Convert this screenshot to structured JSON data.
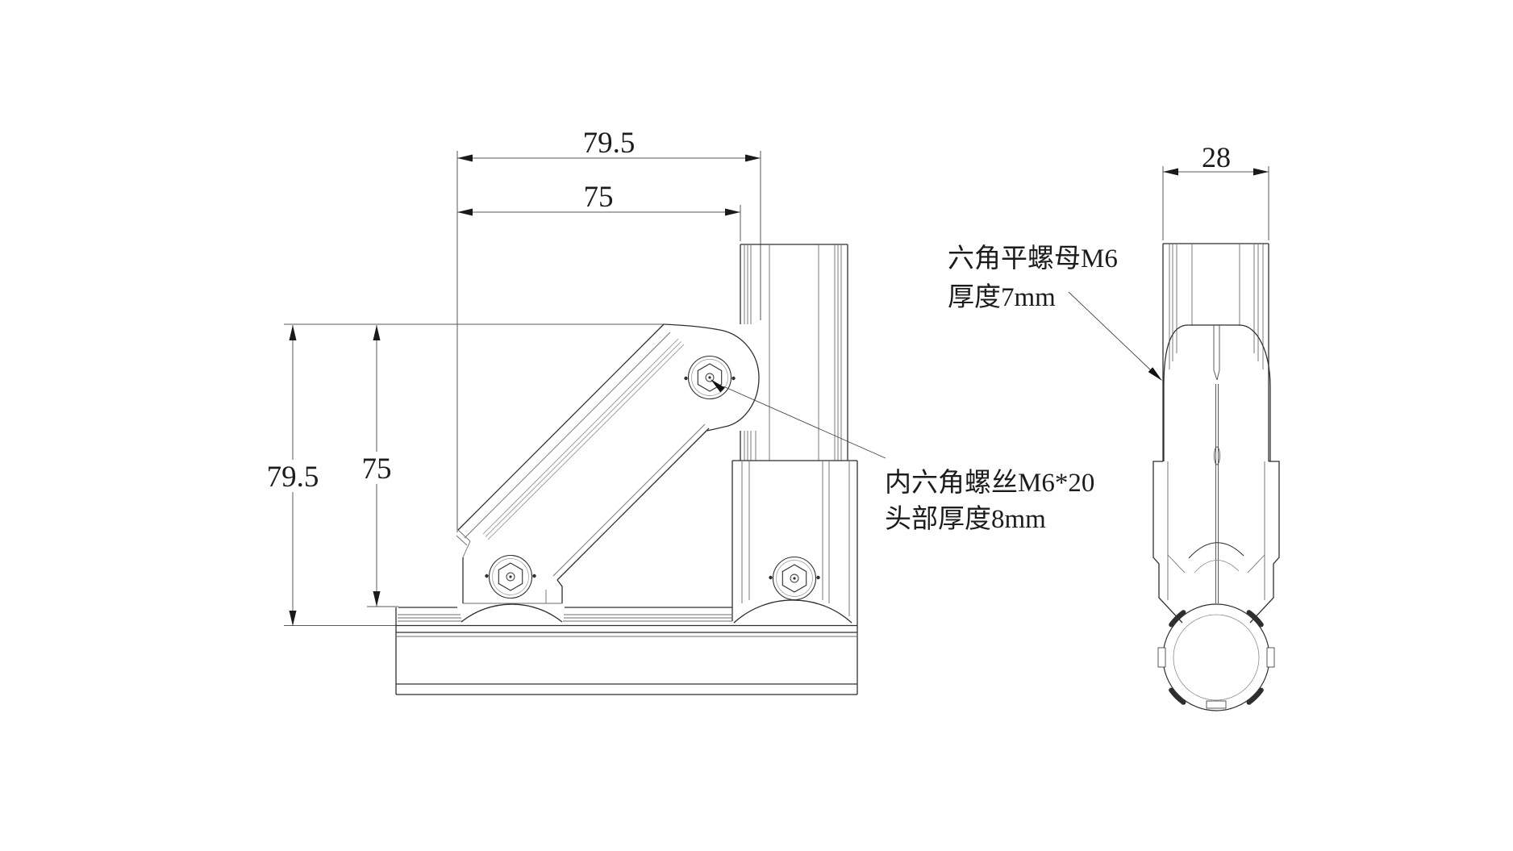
{
  "drawing": {
    "front_view": {
      "dim_width_outer": "79.5",
      "dim_width_inner": "75",
      "dim_height_outer": "79.5",
      "dim_height_inner": "75"
    },
    "side_view": {
      "dim_width": "28"
    },
    "annotations": {
      "nut_line1": "六角平螺母M6",
      "nut_line2": "厚度7mm",
      "screw_line1": "内六角螺丝M6*20",
      "screw_line2": "头部厚度8mm"
    },
    "colors": {
      "outline": "#2f2f2f",
      "thin_line": "#6b6b6b",
      "dim_line": "#5a5a5a",
      "background": "#ffffff"
    }
  }
}
